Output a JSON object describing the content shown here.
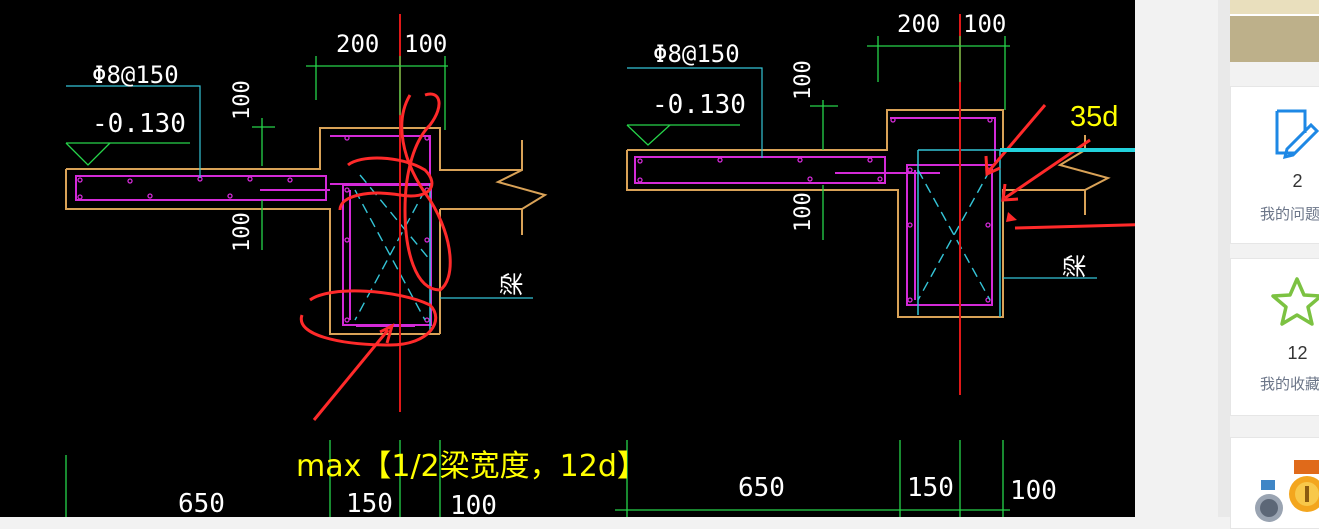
{
  "drawing": {
    "left_detail": {
      "rebar_spec": "Φ8@150",
      "elevation": "-0.130",
      "dim_top_1": "200",
      "dim_top_2": "100",
      "dim_vert_upper": "100",
      "dim_vert_lower": "100",
      "beam_label": "梁",
      "dim_bottom_1": "650",
      "dim_bottom_2": "150",
      "dim_bottom_3": "100"
    },
    "right_detail": {
      "rebar_spec": "Φ8@150",
      "elevation": "-0.130",
      "dim_top_1": "200",
      "dim_top_2": "100",
      "dim_vert_upper": "100",
      "dim_vert_lower": "100",
      "beam_label": "梁",
      "dim_bottom_1": "650",
      "dim_bottom_2": "150",
      "dim_bottom_3": "100"
    },
    "annotations": {
      "anchorage": "35d",
      "max_rule": "max【1/2梁宽度，12d】"
    },
    "colors": {
      "background": "#000000",
      "outline": "#d9a257",
      "rebar": "#d42ad8",
      "stirrup": "#34c4d6",
      "dimension": "#26d44a",
      "centerline": "#e01818",
      "annotation_text": "#ffff00",
      "markup_red": "#ff2a2a",
      "markup_cyan": "#22d2dc"
    }
  },
  "sidebar": {
    "cards": [
      {
        "icon": "edit-note-icon",
        "count": "2",
        "label": "我的问题"
      },
      {
        "icon": "star-icon",
        "count": "12",
        "label": "我的收藏"
      },
      {
        "icon": "medal-icon"
      }
    ],
    "accent": "#1e88e5",
    "star_color": "#7cc242"
  }
}
